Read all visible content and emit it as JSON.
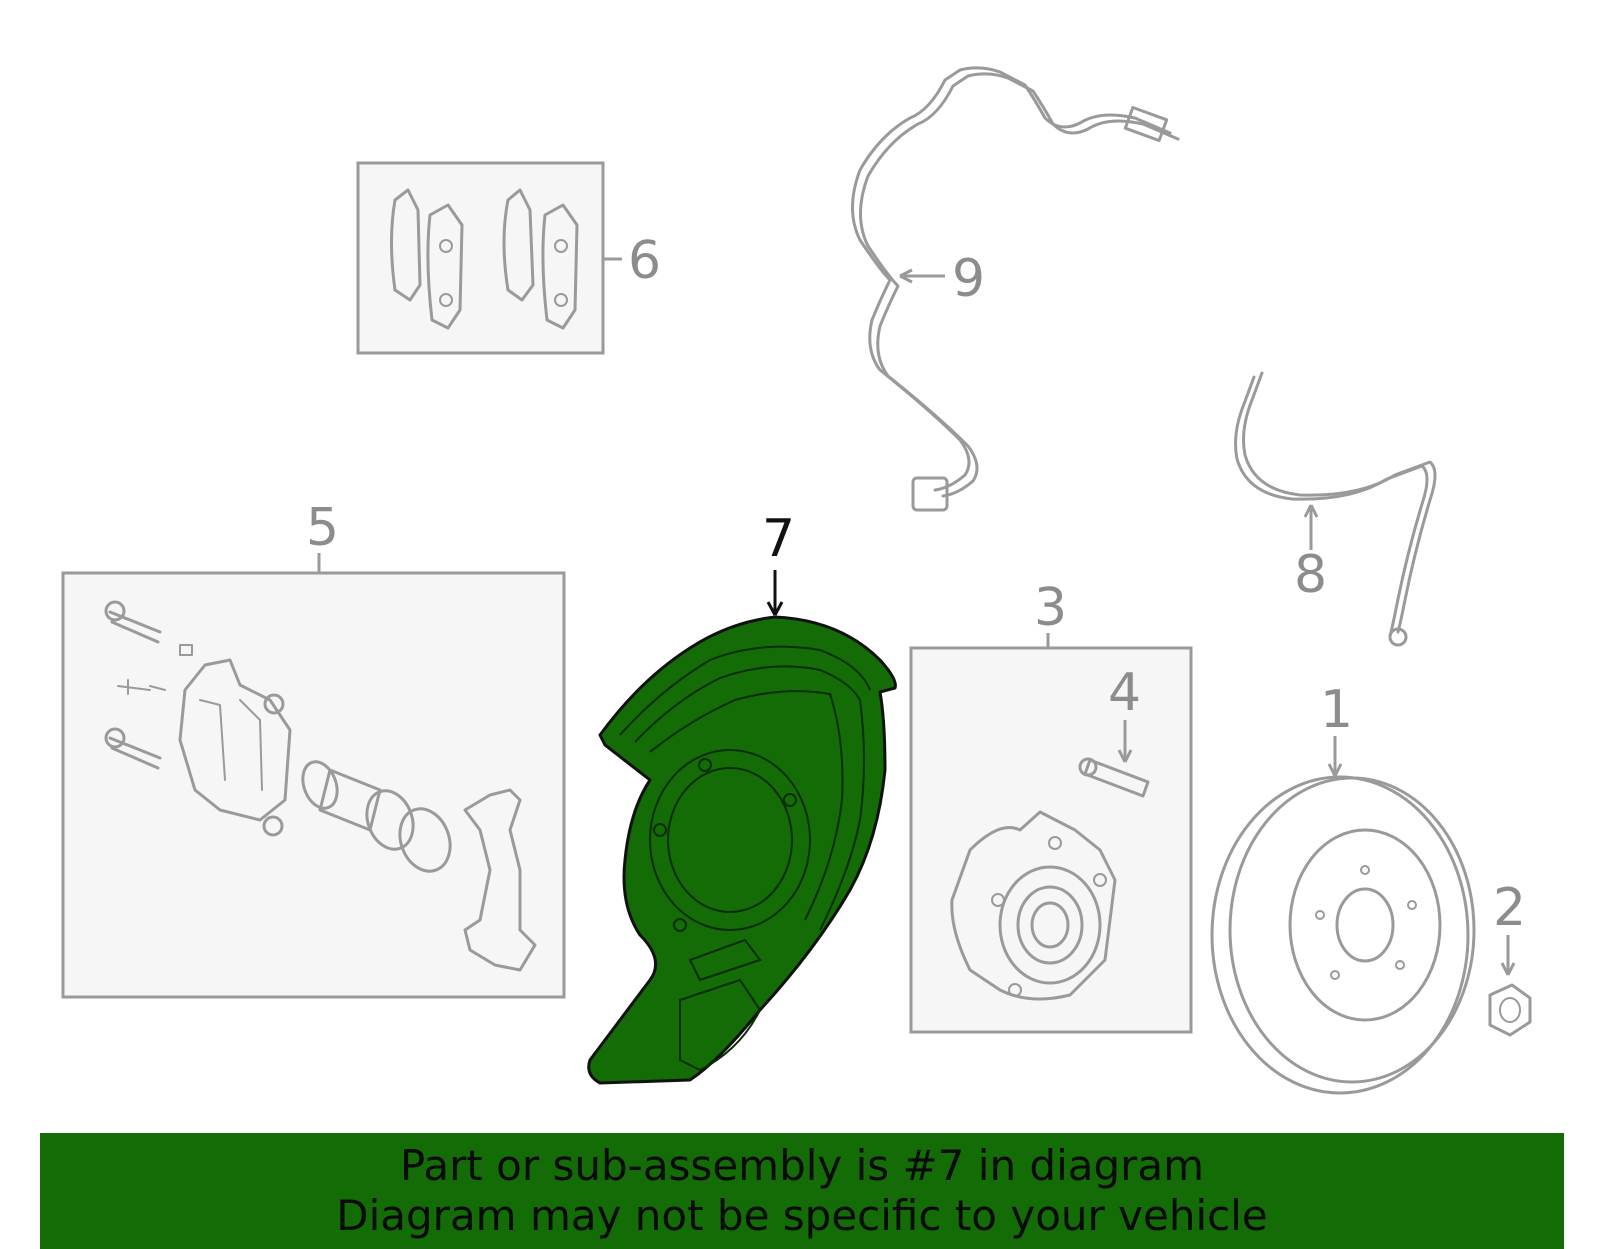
{
  "callouts": {
    "c1": "1",
    "c2": "2",
    "c3": "3",
    "c4": "4",
    "c5": "5",
    "c6": "6",
    "c7": "7",
    "c8": "8",
    "c9": "9"
  },
  "highlighted_part": "7",
  "colors": {
    "highlight": "#136c06",
    "banner": "#136c06",
    "line_art": "#9a9a9a"
  },
  "banner": {
    "line1": "Part or sub-assembly is #7 in diagram",
    "line2": "Diagram may not be specific to your vehicle"
  }
}
